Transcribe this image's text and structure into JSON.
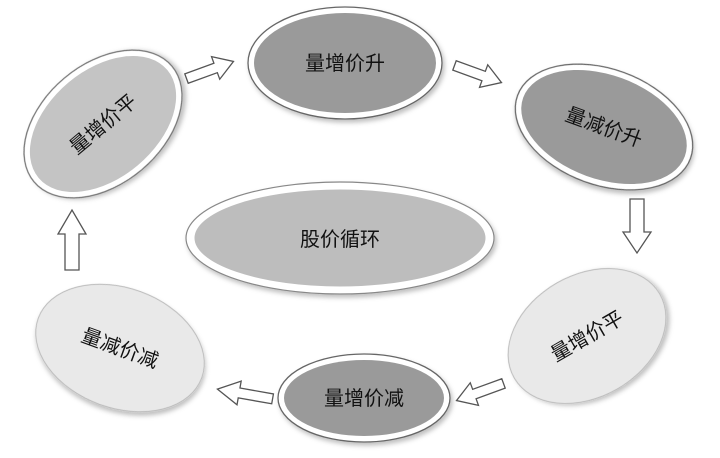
{
  "diagram": {
    "center": {
      "label": "股价循环"
    },
    "stages": [
      {
        "id": "top",
        "label": "量增价升",
        "tone": "dark"
      },
      {
        "id": "right-upper",
        "label": "量减价升",
        "tone": "dark"
      },
      {
        "id": "right-lower",
        "label": "量增价平",
        "tone": "light"
      },
      {
        "id": "bottom",
        "label": "量增价减",
        "tone": "dark"
      },
      {
        "id": "left-lower",
        "label": "量减价减",
        "tone": "light"
      },
      {
        "id": "left-upper",
        "label": "量增价平",
        "tone": "medium"
      }
    ]
  },
  "colors": {
    "dark": "#9a9a9a",
    "medium": "#c4c4c4",
    "light": "#e9e9e9",
    "center": "#bdbdbd",
    "outline": "#6f6f6f",
    "text": "#111111"
  }
}
